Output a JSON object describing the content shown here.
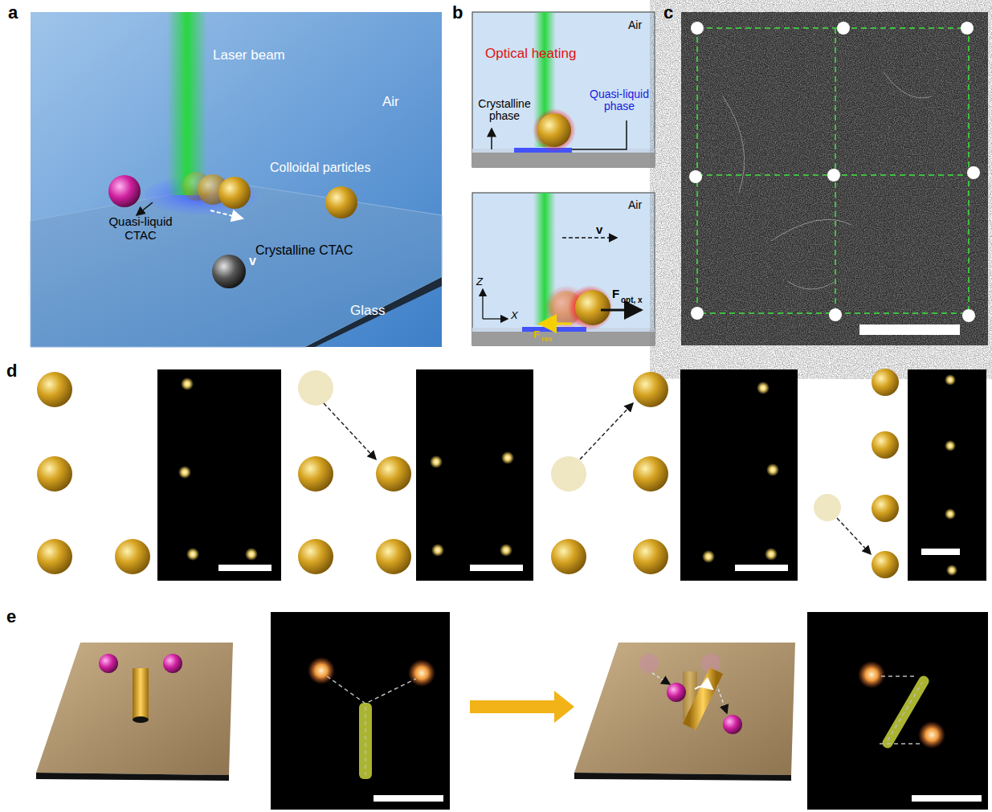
{
  "diagram": {
    "labels": [
      "a",
      "Laser beam",
      "Air",
      "Colloidal particles",
      "Quasi-liquid CTAC",
      "v",
      "Crystalline CTAC",
      "Glass",
      "b",
      "Air",
      "Optical heating",
      "Crystalline phase",
      "Quasi-liquid phase",
      "Air",
      "v",
      "Z",
      "X",
      "F",
      "opt, x",
      "F",
      "res",
      "c",
      "d",
      "e"
    ]
  }
}
